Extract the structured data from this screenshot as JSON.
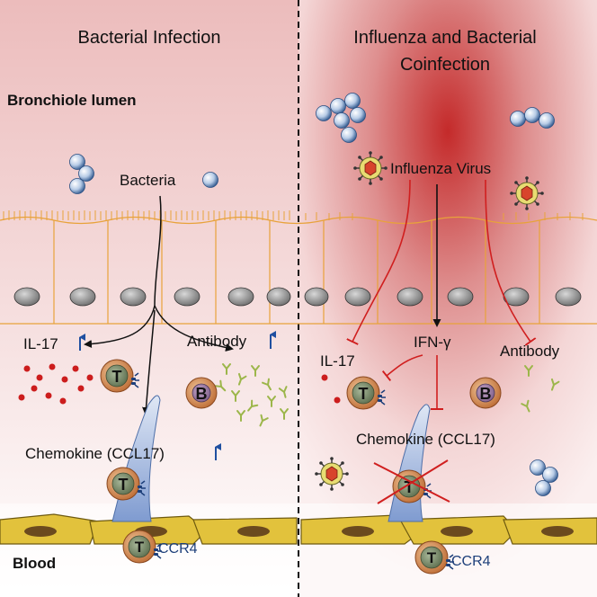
{
  "left_panel": {
    "title": "Bacterial Infection",
    "lumen_label": "Bronchiole lumen",
    "bacteria_label": "Bacteria",
    "il17_label": "IL-17",
    "antibody_label": "Antibody",
    "chemokine_label": "Chemokine (CCL17)",
    "blood_label": "Blood",
    "ccr4_label": "CCR4",
    "tcell_letter": "T",
    "bcell_letter": "B"
  },
  "right_panel": {
    "title_line1": "Influenza and Bacterial",
    "title_line2": "Coinfection",
    "virus_label": "Influenza Virus",
    "ifn_label": "IFN-γ",
    "il17_label": "IL-17",
    "antibody_label": "Antibody",
    "chemokine_label": "Chemokine (CCL17)",
    "ccr4_label": "CCR4",
    "tcell_letter": "T",
    "bcell_letter": "B"
  },
  "colors": {
    "inhibition": "#d01f1f",
    "up_arrow": "#1f4fa0",
    "membrane": "#e8a23a",
    "endothelium": "#e2c23c"
  }
}
